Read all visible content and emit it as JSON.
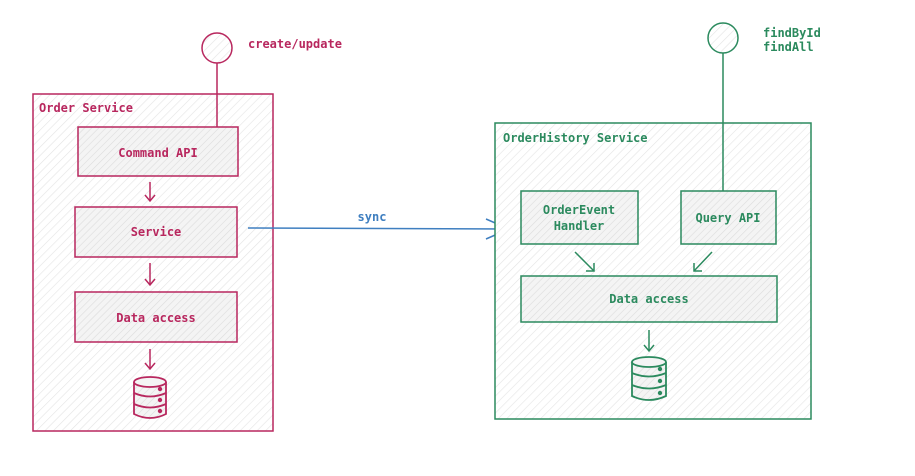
{
  "colors": {
    "order": "#b8275e",
    "history": "#2b8a5e",
    "sync": "#3f7fc0",
    "hatch": "#e6e6e6",
    "box_fill": "#f1f1f1"
  },
  "order_service": {
    "title": "Order Service",
    "endpoint_label": "create/update",
    "command_api": "Command API",
    "service": "Service",
    "data_access": "Data access",
    "database_icon": "database-icon"
  },
  "sync_label": "sync",
  "history_service": {
    "title": "OrderHistory Service",
    "endpoint_labels": [
      "findById",
      "findAll"
    ],
    "event_handler": [
      "OrderEvent",
      "Handler"
    ],
    "query_api": "Query API",
    "data_access": "Data access",
    "database_icon": "database-icon"
  }
}
